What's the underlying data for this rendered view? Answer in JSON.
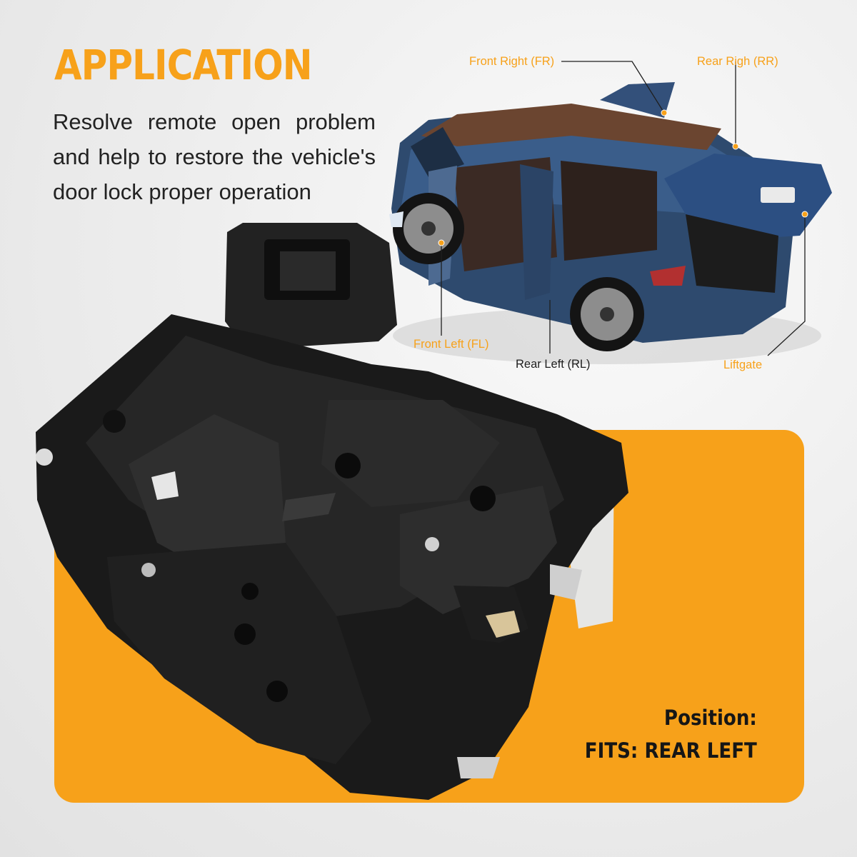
{
  "colors": {
    "accent": "#f7a11a",
    "text_dark": "#1e1e1e",
    "car_body": "#2e4a6e",
    "lock_body": "#1b1b1b"
  },
  "header": {
    "title": "APPLICATION",
    "description": "Resolve remote open problem and help to restore the vehicle's door lock proper operation"
  },
  "diagram": {
    "labels": {
      "front_right": "Front Right (FR)",
      "rear_right": "Rear Righ (RR)",
      "front_left": "Front Left (FL)",
      "rear_left": "Rear Left (RL)",
      "liftgate": "Liftgate"
    },
    "image": "suv-open-doors"
  },
  "product": {
    "image": "door-lock-actuator"
  },
  "position": {
    "heading": "Position:",
    "fits": "FITS: REAR LEFT"
  }
}
